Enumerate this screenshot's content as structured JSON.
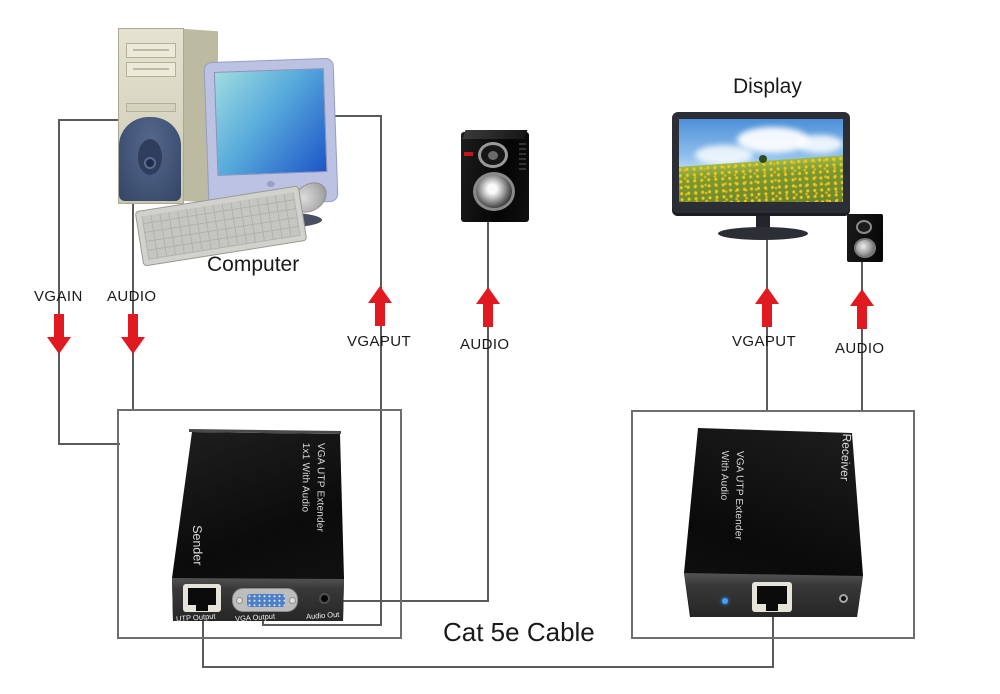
{
  "colors": {
    "background": "#ffffff",
    "line": "#5a5a5a",
    "outline": "#6e6e6e",
    "arrow": "#e11a22",
    "label": "#1a1a1a",
    "device-body": "#121212",
    "device-panel": "#3a3a3a",
    "vga-blue": "#4f80c6",
    "led-blue": "#3fa0ff",
    "tower-beige": "#d9d6c2",
    "monitor-bezel": "#bcc2e2",
    "tv-bezel": "#2b2e35",
    "keyboard-gray": "#d2d2cc"
  },
  "computer": {
    "caption": "Computer"
  },
  "display": {
    "caption": "Display"
  },
  "connections": {
    "vgain_label": "VGAIN",
    "audio_source_label": "AUDIO",
    "vgaput_sender_label": "VGAPUT",
    "audio_speaker_label": "AUDIO",
    "vgaput_display_label": "VGAPUT",
    "audio_display_label": "AUDIO",
    "cable_label": "Cat 5e Cable"
  },
  "sender_unit": {
    "top_line1": "VGA UTP Extender",
    "top_line2": "1x1 With Audio",
    "side_label": "Sender",
    "port_utp": "UTP Output",
    "port_vga": "VGA Output",
    "port_audio": "Audio Out"
  },
  "receiver_unit": {
    "top_line1": "VGA UTP Extender",
    "top_line2": "With Audio",
    "side_label": "Receiver"
  }
}
